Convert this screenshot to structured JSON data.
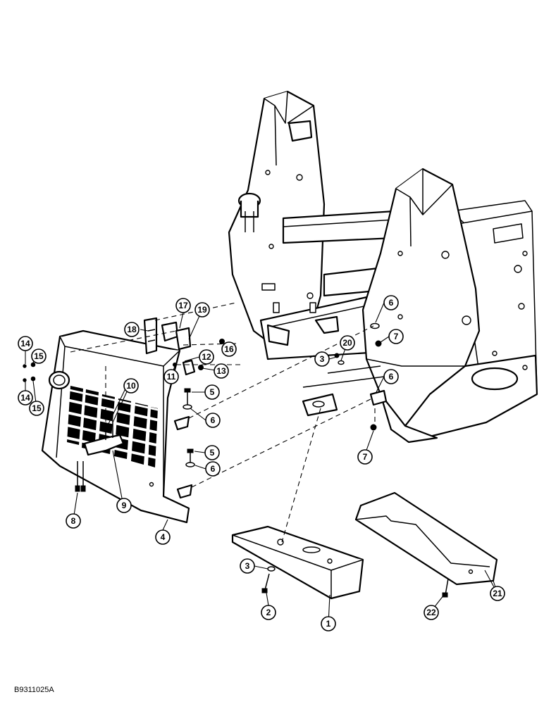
{
  "figure_id": "B9311025A",
  "callouts": [
    {
      "label": "1"
    },
    {
      "label": "2"
    },
    {
      "label": "3"
    },
    {
      "label": "3"
    },
    {
      "label": "4"
    },
    {
      "label": "5"
    },
    {
      "label": "5"
    },
    {
      "label": "6"
    },
    {
      "label": "6"
    },
    {
      "label": "6"
    },
    {
      "label": "6"
    },
    {
      "label": "7"
    },
    {
      "label": "7"
    },
    {
      "label": "8"
    },
    {
      "label": "9"
    },
    {
      "label": "10"
    },
    {
      "label": "11"
    },
    {
      "label": "12"
    },
    {
      "label": "13"
    },
    {
      "label": "14"
    },
    {
      "label": "14"
    },
    {
      "label": "15"
    },
    {
      "label": "15"
    },
    {
      "label": "16"
    },
    {
      "label": "17"
    },
    {
      "label": "18"
    },
    {
      "label": "19"
    },
    {
      "label": "20"
    },
    {
      "label": "21"
    },
    {
      "label": "22"
    }
  ]
}
